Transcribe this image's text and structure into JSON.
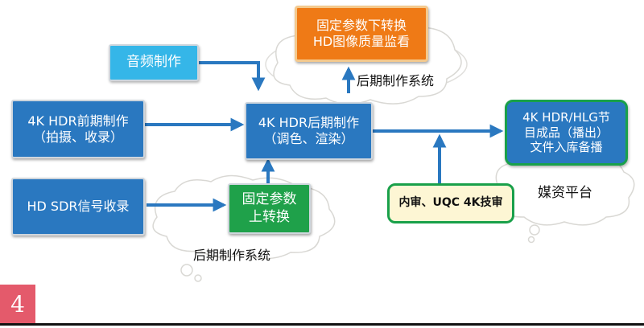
{
  "diagram": {
    "nodes": {
      "fixed_down": {
        "line1": "固定参数下转换",
        "line2": "HD图像质量监看"
      },
      "audio": {
        "line1": "音频制作"
      },
      "pre": {
        "line1": "4K HDR前期制作",
        "line2": "（拍摄、收录）"
      },
      "post": {
        "line1": "4K HDR后期制作",
        "line2": "（调色、渲染）"
      },
      "final": {
        "line1": "4K HDR/HLG节",
        "line2": "目成品（播出）",
        "line3": "文件入库备播"
      },
      "sdr": {
        "line1": "HD SDR信号收录"
      },
      "fixed_up": {
        "line1": "固定参数",
        "line2": "上转换"
      },
      "review": {
        "line1": "内审、UQC 4K技审"
      }
    },
    "clouds": {
      "top_label": "后期制作系统",
      "bottom_label": "后期制作系统",
      "media_label": "媒资平台"
    },
    "colors": {
      "blue": "#2a78c0",
      "light_blue": "#35b6e8",
      "orange": "#ef7a16",
      "green": "#1fa14a",
      "cream": "#fdf6d4",
      "arrow": "#2a78c0"
    }
  },
  "page": {
    "number": "4"
  }
}
